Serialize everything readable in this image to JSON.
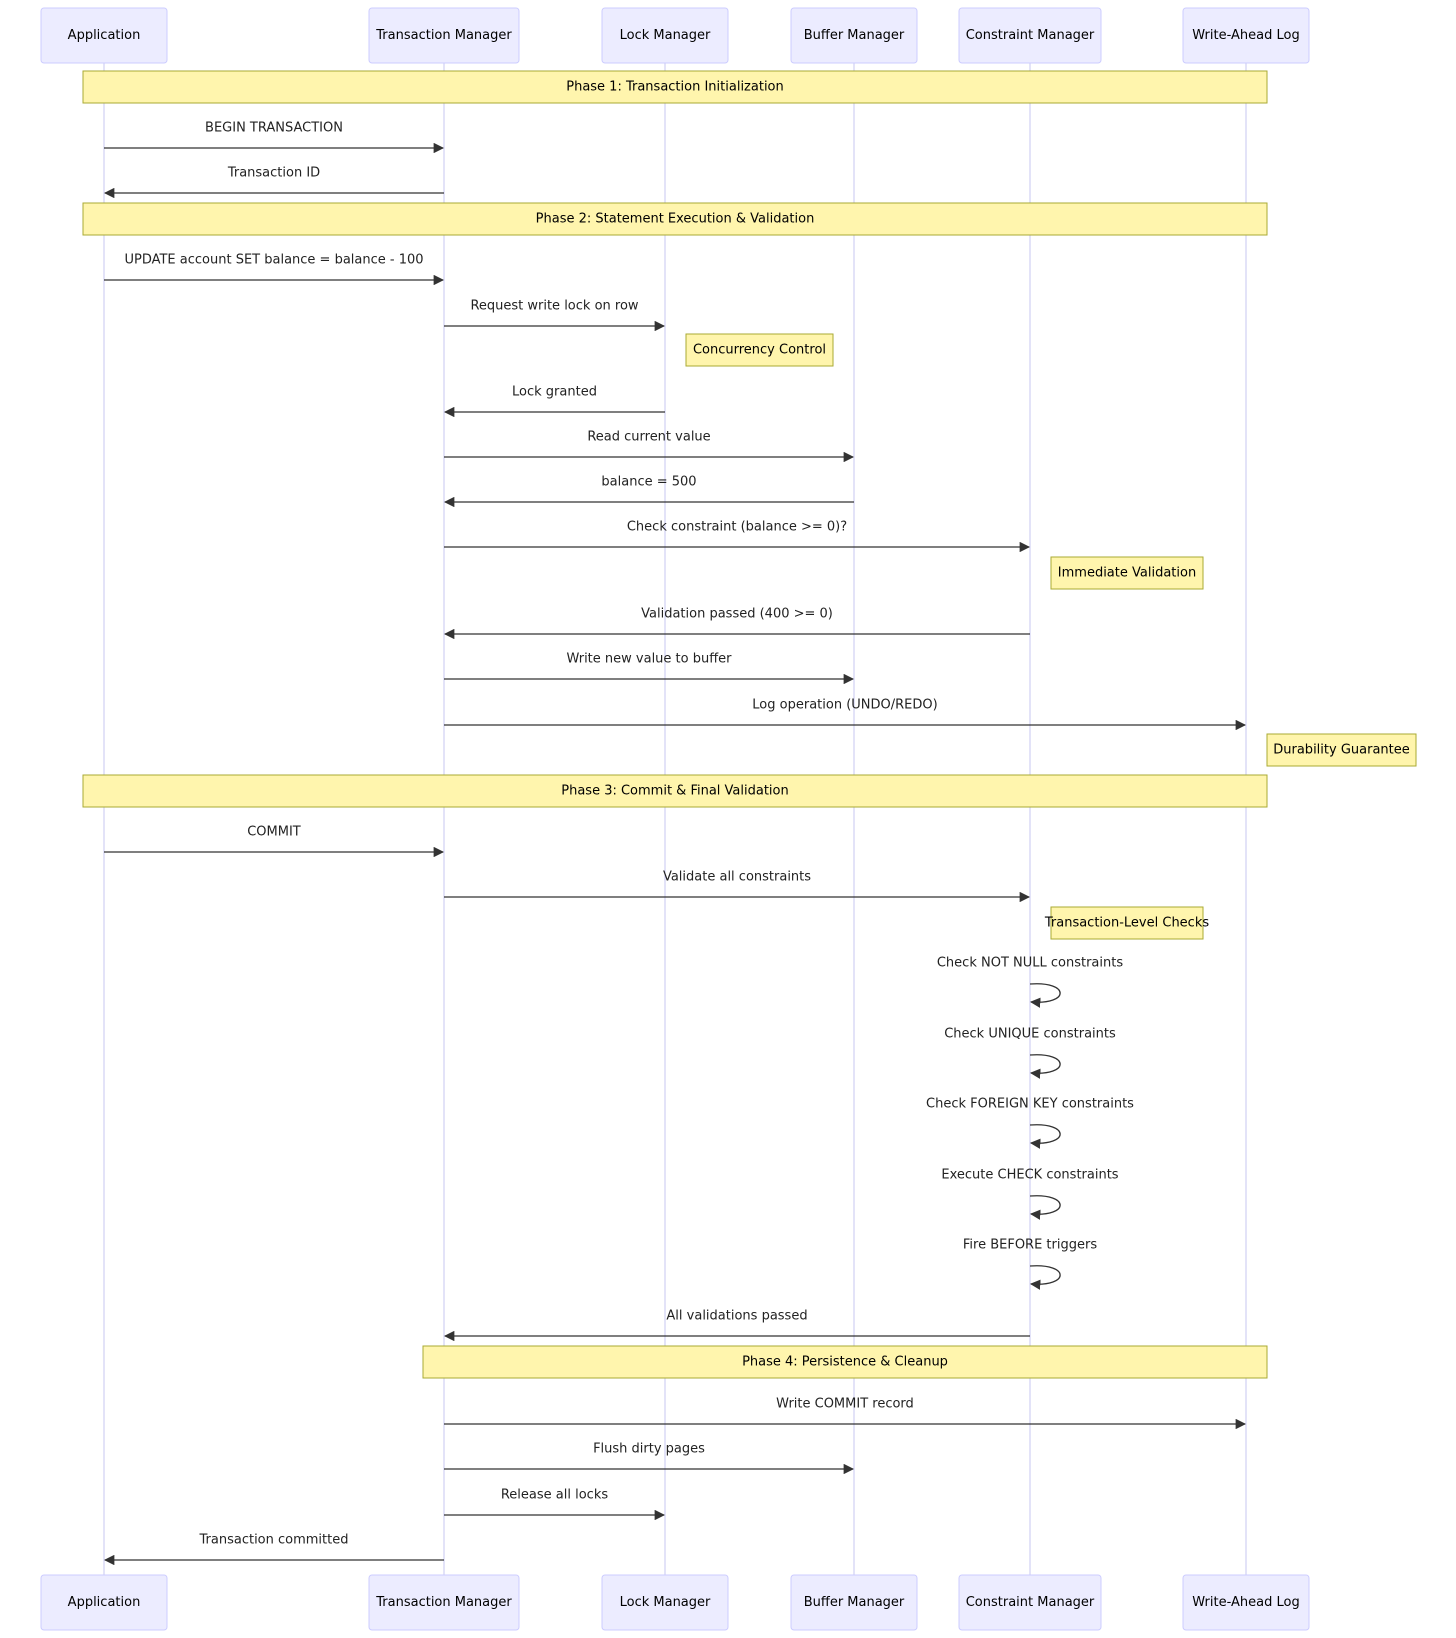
{
  "participants": [
    {
      "id": "app",
      "label": "Application"
    },
    {
      "id": "tm",
      "label": "Transaction Manager"
    },
    {
      "id": "lm",
      "label": "Lock Manager"
    },
    {
      "id": "bm",
      "label": "Buffer Manager"
    },
    {
      "id": "cm",
      "label": "Constraint Manager"
    },
    {
      "id": "wal",
      "label": "Write-Ahead Log"
    }
  ],
  "steps": [
    {
      "kind": "phase",
      "text": "Phase 1: Transaction Initialization",
      "from": "app",
      "to": "wal"
    },
    {
      "kind": "message",
      "from": "app",
      "to": "tm",
      "text": "BEGIN TRANSACTION"
    },
    {
      "kind": "message",
      "from": "tm",
      "to": "app",
      "text": "Transaction ID"
    },
    {
      "kind": "phase",
      "text": "Phase 2: Statement Execution & Validation",
      "from": "app",
      "to": "wal"
    },
    {
      "kind": "message",
      "from": "app",
      "to": "tm",
      "text": "UPDATE account SET balance = balance - 100"
    },
    {
      "kind": "message",
      "from": "tm",
      "to": "lm",
      "text": "Request write lock on row"
    },
    {
      "kind": "note",
      "of": "lm",
      "text": "Concurrency Control"
    },
    {
      "kind": "message",
      "from": "lm",
      "to": "tm",
      "text": "Lock granted"
    },
    {
      "kind": "message",
      "from": "tm",
      "to": "bm",
      "text": "Read current value"
    },
    {
      "kind": "message",
      "from": "bm",
      "to": "tm",
      "text": "balance = 500"
    },
    {
      "kind": "message",
      "from": "tm",
      "to": "cm",
      "text": "Check constraint (balance >= 0)?"
    },
    {
      "kind": "note",
      "of": "cm",
      "text": "Immediate Validation"
    },
    {
      "kind": "message",
      "from": "cm",
      "to": "tm",
      "text": "Validation passed (400 >= 0)"
    },
    {
      "kind": "message",
      "from": "tm",
      "to": "bm",
      "text": "Write new value to buffer"
    },
    {
      "kind": "message",
      "from": "tm",
      "to": "wal",
      "text": "Log operation (UNDO/REDO)"
    },
    {
      "kind": "note",
      "of": "wal",
      "text": "Durability Guarantee"
    },
    {
      "kind": "phase",
      "text": "Phase 3: Commit & Final Validation",
      "from": "app",
      "to": "wal"
    },
    {
      "kind": "message",
      "from": "app",
      "to": "tm",
      "text": "COMMIT"
    },
    {
      "kind": "message",
      "from": "tm",
      "to": "cm",
      "text": "Validate all constraints"
    },
    {
      "kind": "note",
      "of": "cm",
      "text": "Transaction-Level Checks"
    },
    {
      "kind": "self",
      "of": "cm",
      "text": "Check NOT NULL constraints"
    },
    {
      "kind": "self",
      "of": "cm",
      "text": "Check UNIQUE constraints"
    },
    {
      "kind": "self",
      "of": "cm",
      "text": "Check FOREIGN KEY constraints"
    },
    {
      "kind": "self",
      "of": "cm",
      "text": "Execute CHECK constraints"
    },
    {
      "kind": "self",
      "of": "cm",
      "text": "Fire BEFORE triggers"
    },
    {
      "kind": "message",
      "from": "cm",
      "to": "tm",
      "text": "All validations passed"
    },
    {
      "kind": "phase",
      "text": "Phase 4: Persistence & Cleanup",
      "from": "tm",
      "to": "wal"
    },
    {
      "kind": "message",
      "from": "tm",
      "to": "wal",
      "text": "Write COMMIT record"
    },
    {
      "kind": "message",
      "from": "tm",
      "to": "bm",
      "text": "Flush dirty pages"
    },
    {
      "kind": "message",
      "from": "tm",
      "to": "lm",
      "text": "Release all locks"
    },
    {
      "kind": "message",
      "from": "tm",
      "to": "app",
      "text": "Transaction committed"
    }
  ],
  "colors": {
    "actor_fill": "#ECECFF",
    "actor_stroke": "#CCCCFF",
    "lifeline": "#C7C7F0",
    "note_fill": "#FFF5AD",
    "note_stroke": "#AAAA33",
    "arrow": "#333333"
  }
}
